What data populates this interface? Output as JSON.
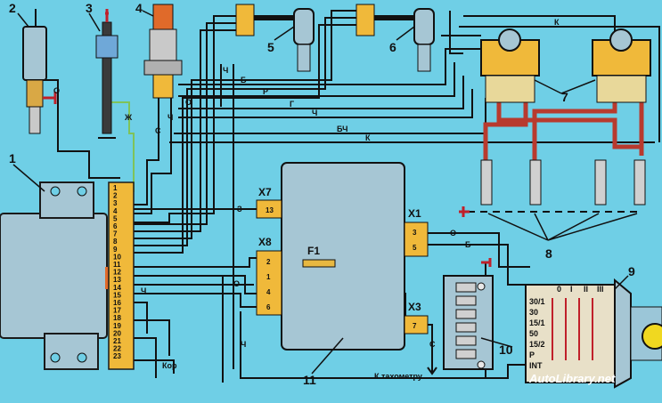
{
  "labels": {
    "n1": "1",
    "n2": "2",
    "n3": "3",
    "n4": "4",
    "n5": "5",
    "n6": "6",
    "n7": "7",
    "n8": "8",
    "n9": "9",
    "n10": "10",
    "n11": "11"
  },
  "connectors": {
    "x1": "X1",
    "x3": "X3",
    "x7": "X7",
    "x8": "X8",
    "f1": "F1"
  },
  "wire_letters": {
    "zh": "Ж",
    "o_left": "О",
    "ch_top": "Ч",
    "c_top": "С",
    "ch_top2": "Ч",
    "b": "Б",
    "r": "Р",
    "g": "Г",
    "ch": "Ч",
    "bch": "БЧ",
    "k": "К",
    "k_top": "К",
    "z": "З",
    "o_mid": "О",
    "o_right": "О",
    "b_right": "Б",
    "c_x3": "С",
    "ch_left": "Ч",
    "ch_bottom": "Ч",
    "kor": "Кор",
    "o_x1": "О"
  },
  "x1_pins": [
    "3",
    "5"
  ],
  "x3_pins": [
    "7"
  ],
  "x7_pins": [
    "13"
  ],
  "x8_pins": [
    "2",
    "1",
    "4",
    "6"
  ],
  "ecu_pins": [
    "1",
    "2",
    "3",
    "4",
    "5",
    "6",
    "7",
    "8",
    "9",
    "10",
    "11",
    "12",
    "13",
    "14",
    "15",
    "16",
    "17",
    "18",
    "19",
    "20",
    "21",
    "22",
    "23"
  ],
  "switch": {
    "terminals": [
      "30/1",
      "30",
      "15/1",
      "50",
      "15/2",
      "P",
      "INT"
    ],
    "positions": [
      "0",
      "I",
      "II",
      "III"
    ]
  },
  "tachometer": "К тахометру",
  "watermark": "AutoLibrary.net",
  "colors": {
    "background": "#6fcfe6",
    "wire": "#111111",
    "hv_wire": "#b83a2e",
    "connector": "#f0b93a",
    "module": "#a6c6d4"
  }
}
